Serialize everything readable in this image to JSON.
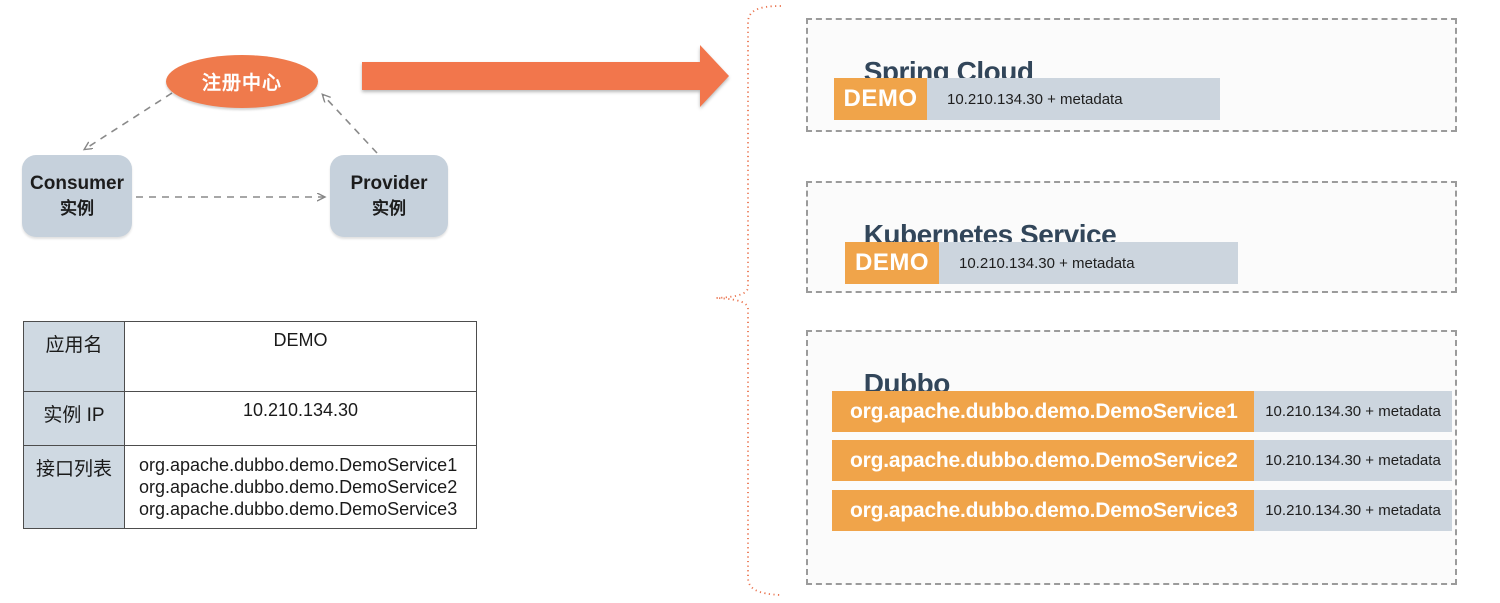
{
  "colors": {
    "accent_orange": "#ef7a4c",
    "badge_orange": "#f0a44a",
    "title_navy": "#32465a",
    "meta_bar_gray": "#ccd5de",
    "node_gray_blue": "#c6d1dc",
    "dashed_border_gray": "#9b9b9b"
  },
  "left_diagram": {
    "registry_label": "注册中心",
    "consumer_line1": "Consumer",
    "consumer_line2": "实例",
    "provider_line1": "Provider",
    "provider_line2": "实例"
  },
  "app_table": {
    "rows": [
      {
        "label": "应用名",
        "value": "DEMO"
      },
      {
        "label": "实例 IP",
        "value": "10.210.134.30"
      },
      {
        "label": "接口列表",
        "value_lines": [
          "org.apache.dubbo.demo.DemoService1",
          "org.apache.dubbo.demo.DemoService2",
          "org.apache.dubbo.demo.DemoService3"
        ]
      }
    ]
  },
  "panels": [
    {
      "title_plain": "Spring Cloud",
      "title_squiggled": "",
      "title_rest": "",
      "entries": [
        {
          "name": "DEMO",
          "meta": "10.210.134.30 + metadata"
        }
      ]
    },
    {
      "title_plain": "",
      "title_squiggled": "Kubernetes",
      "title_rest": " Service",
      "entries": [
        {
          "name": "DEMO",
          "meta": "10.210.134.30 + metadata"
        }
      ]
    },
    {
      "title_plain": "",
      "title_squiggled": "Dubbo",
      "title_rest": "",
      "entries": [
        {
          "name": "org.apache.dubbo.demo.DemoService1",
          "meta": "10.210.134.30 + metadata"
        },
        {
          "name": "org.apache.dubbo.demo.DemoService2",
          "meta": "10.210.134.30 + metadata"
        },
        {
          "name": "org.apache.dubbo.demo.DemoService3",
          "meta": "10.210.134.30 + metadata"
        }
      ]
    }
  ]
}
